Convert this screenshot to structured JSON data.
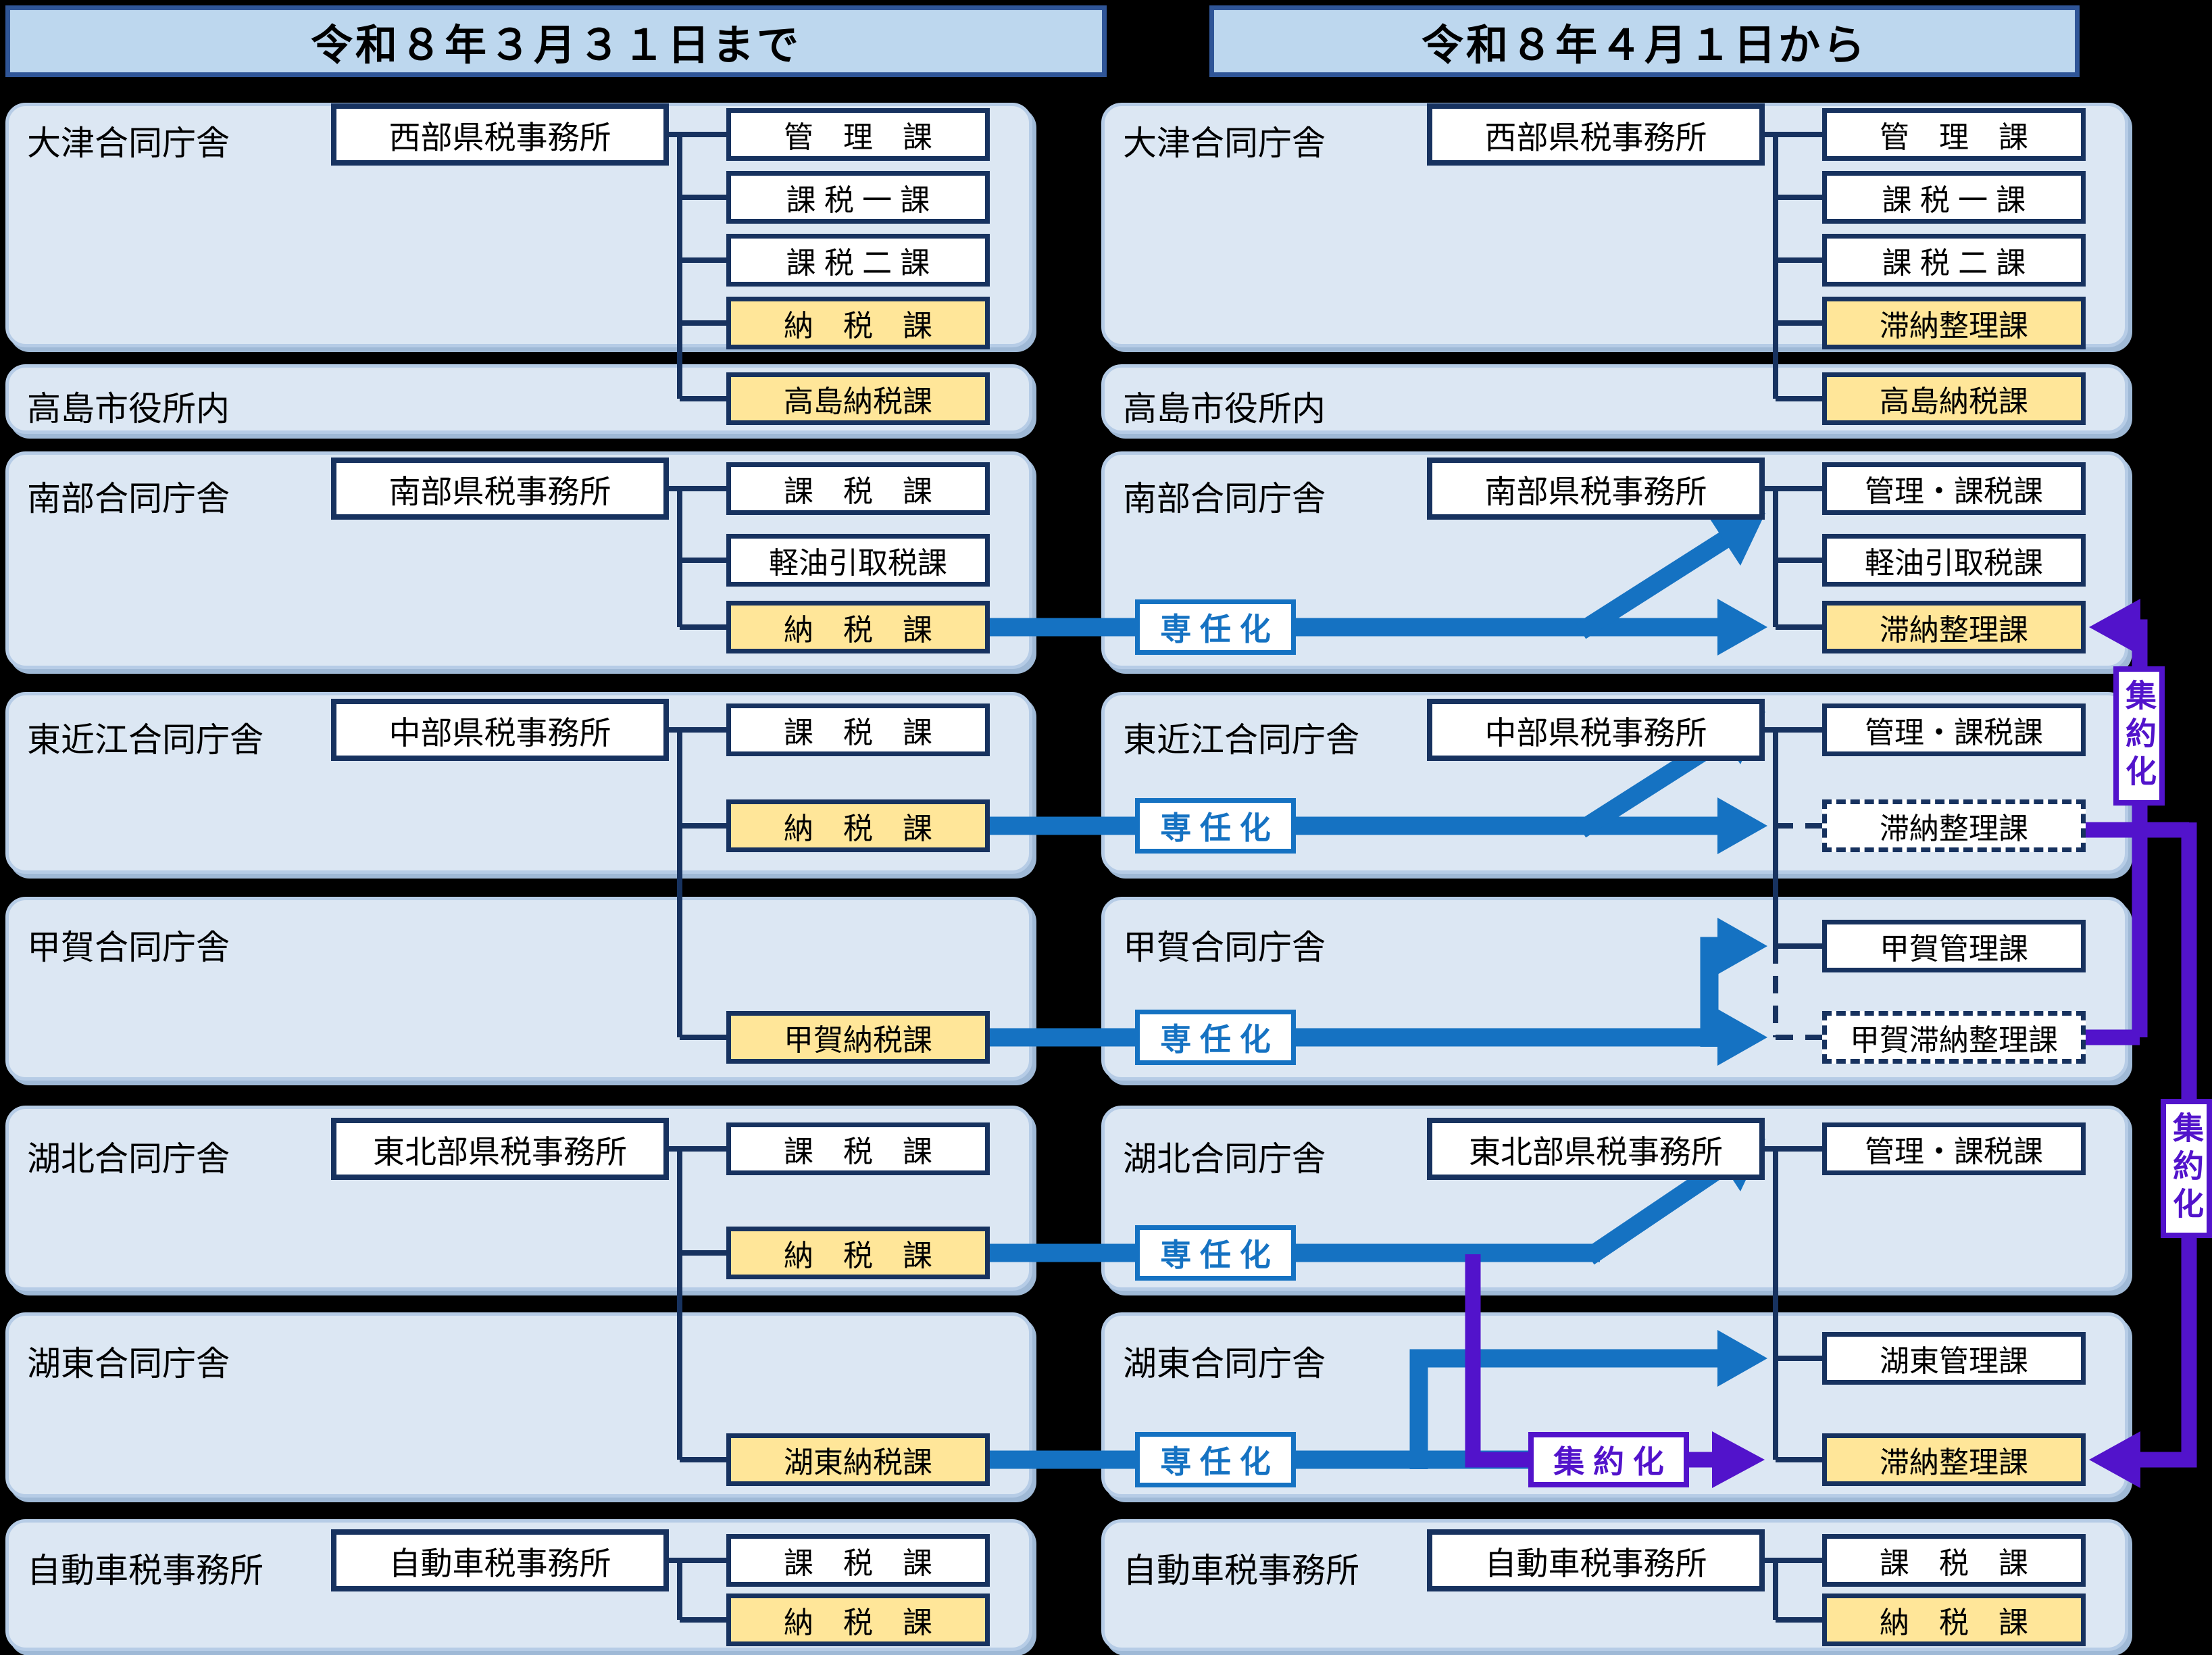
{
  "header": {
    "left": "令和８年３月３１日まで",
    "right": "令和８年４月１日から"
  },
  "arrow_labels": {
    "specialization": "専 任 化",
    "consolidation": "集 約 化",
    "consolidation_vertical": "集約化"
  },
  "colors": {
    "background": "#000000",
    "panel_fill": "#dce7f3",
    "panel_border": "#b6cce6",
    "header_fill": "#bdd7ee",
    "header_border": "#2f5597",
    "box_border_navy": "#17325f",
    "highlight_yellow": "#ffe699",
    "arrow_blue": "#1572c2",
    "arrow_purple": "#5213cb"
  },
  "before": {
    "rows": [
      {
        "location": "大津合同庁舎",
        "office": "西部県税事務所",
        "departments": [
          "管　理　課",
          "課 税 一 課",
          "課 税 二 課",
          "納　税　課"
        ]
      },
      {
        "location": "高島市役所内",
        "departments": [
          "高島納税課"
        ]
      },
      {
        "location": "南部合同庁舎",
        "office": "南部県税事務所",
        "departments": [
          "課　税　課",
          "軽油引取税課",
          "納　税　課"
        ]
      },
      {
        "location": "東近江合同庁舎",
        "office": "中部県税事務所",
        "departments": [
          "課　税　課",
          "納　税　課"
        ]
      },
      {
        "location": "甲賀合同庁舎",
        "departments": [
          "甲賀納税課"
        ]
      },
      {
        "location": "湖北合同庁舎",
        "office": "東北部県税事務所",
        "departments": [
          "課　税　課",
          "納　税　課"
        ]
      },
      {
        "location": "湖東合同庁舎",
        "departments": [
          "湖東納税課"
        ]
      },
      {
        "location": "自動車税事務所",
        "office": "自動車税事務所",
        "departments": [
          "課　税　課",
          "納　税　課"
        ]
      }
    ]
  },
  "after": {
    "rows": [
      {
        "location": "大津合同庁舎",
        "office": "西部県税事務所",
        "departments": [
          "管　理　課",
          "課 税 一 課",
          "課 税 二 課",
          "滞納整理課"
        ]
      },
      {
        "location": "高島市役所内",
        "departments": [
          "高島納税課"
        ]
      },
      {
        "location": "南部合同庁舎",
        "office": "南部県税事務所",
        "departments": [
          "管理・課税課",
          "軽油引取税課",
          "滞納整理課"
        ]
      },
      {
        "location": "東近江合同庁舎",
        "office": "中部県税事務所",
        "departments": [
          "管理・課税課",
          "滞納整理課"
        ]
      },
      {
        "location": "甲賀合同庁舎",
        "departments": [
          "甲賀管理課",
          "甲賀滞納整理課"
        ]
      },
      {
        "location": "湖北合同庁舎",
        "office": "東北部県税事務所",
        "departments": [
          "管理・課税課"
        ]
      },
      {
        "location": "湖東合同庁舎",
        "departments": [
          "湖東管理課",
          "滞納整理課"
        ]
      },
      {
        "location": "自動車税事務所",
        "office": "自動車税事務所",
        "departments": [
          "課　税　課",
          "納　税　課"
        ]
      }
    ]
  }
}
